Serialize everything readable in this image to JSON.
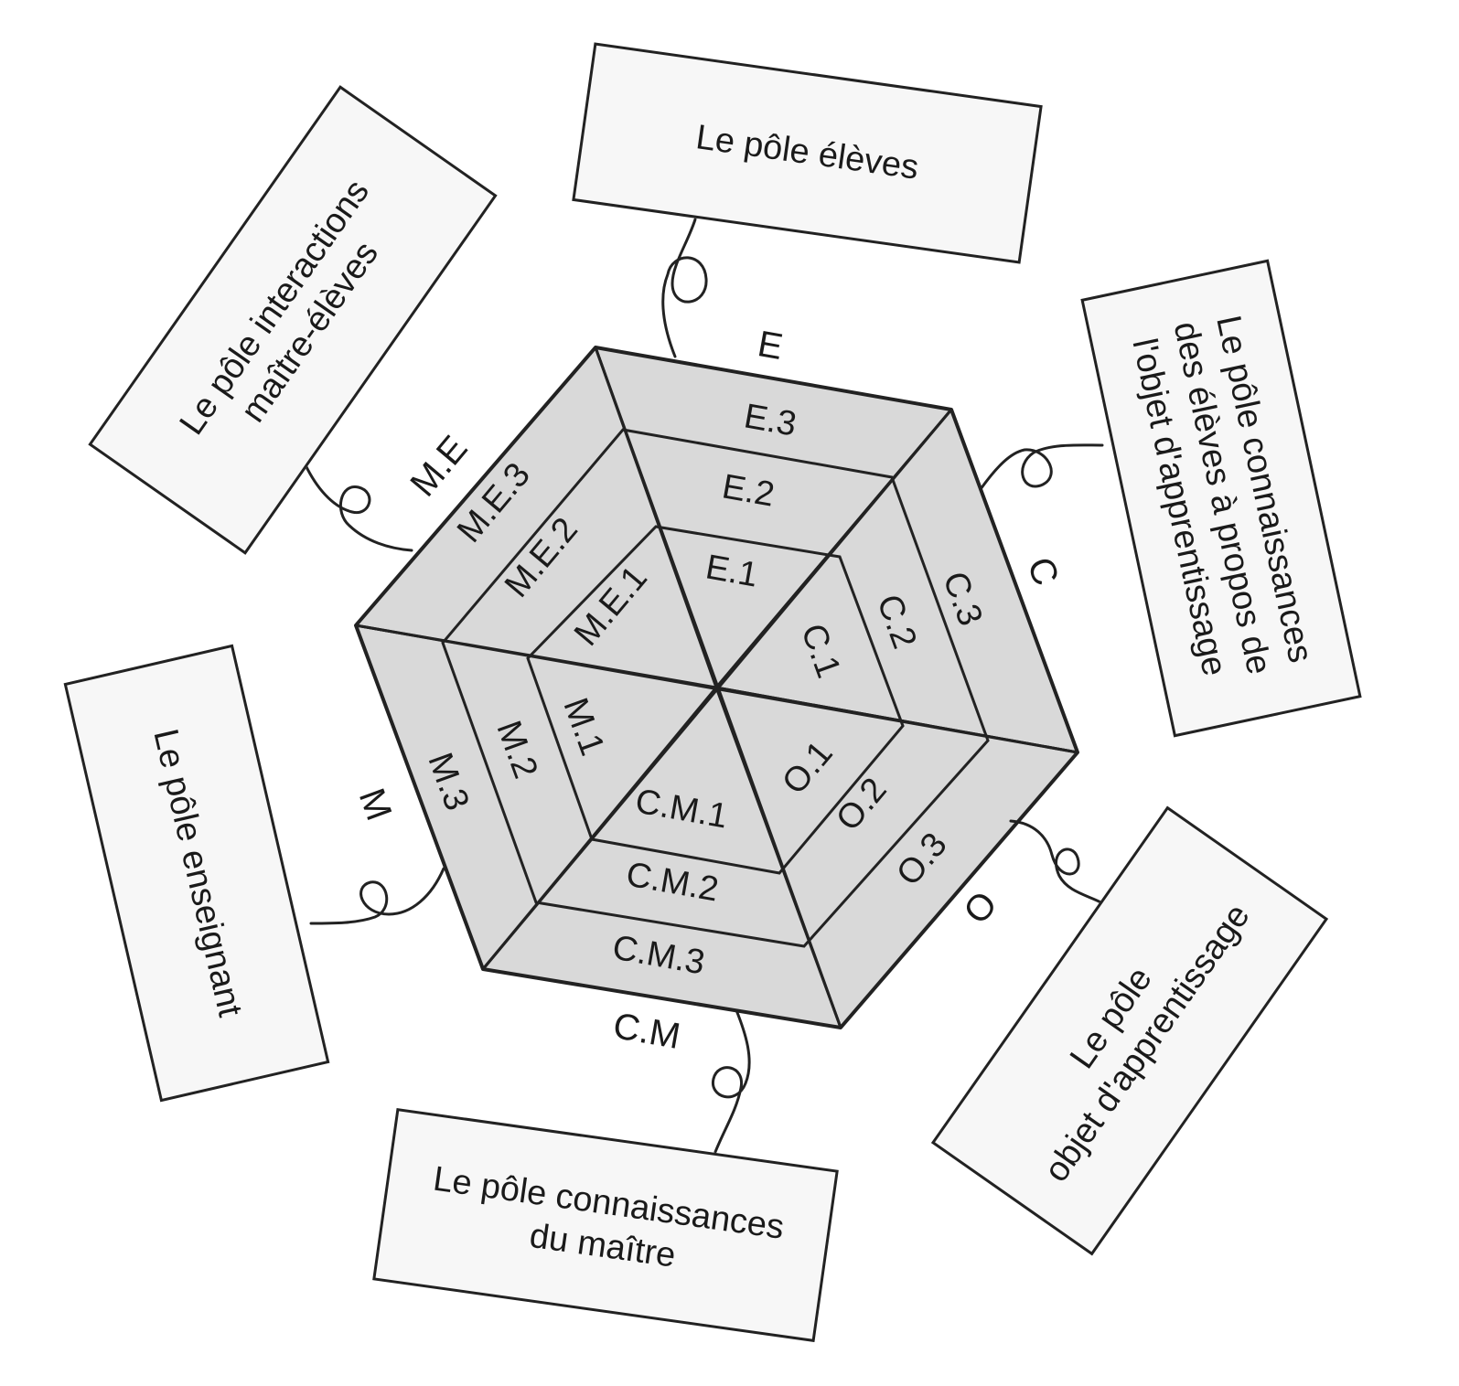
{
  "poles": {
    "eleves": "Le pôle élèves",
    "connaissances_eleves_lines": [
      "Le pôle connaissances",
      "des élèves à propos de",
      "l'objet d'apprentissage"
    ],
    "objet_lines": [
      "Le pôle",
      "objet d'apprentissage"
    ],
    "connaissances_maitre_lines": [
      "Le pôle connaissances",
      "du maître"
    ],
    "enseignant": "Le pôle enseignant",
    "interactions_lines": [
      "Le pôle interactions",
      "maître-élèves"
    ]
  },
  "axes": {
    "E": "E",
    "C": "C",
    "O": "O",
    "CM": "C.M",
    "M": "M",
    "ME": "M.E"
  },
  "zones": {
    "E": [
      "E.1",
      "E.2",
      "E.3"
    ],
    "C": [
      "C.1",
      "C.2",
      "C.3"
    ],
    "O": [
      "O.1",
      "O.2",
      "O.3"
    ],
    "CM": [
      "C.M.1",
      "C.M.2",
      "C.M.3"
    ],
    "M": [
      "M.1",
      "M.2",
      "M.3"
    ],
    "ME": [
      "M.E.1",
      "M.E.2",
      "M.E.3"
    ]
  },
  "colors": {
    "hexagon_fill": "#d9d9d9",
    "box_fill": "#f7f7f7",
    "line": "#222222"
  }
}
